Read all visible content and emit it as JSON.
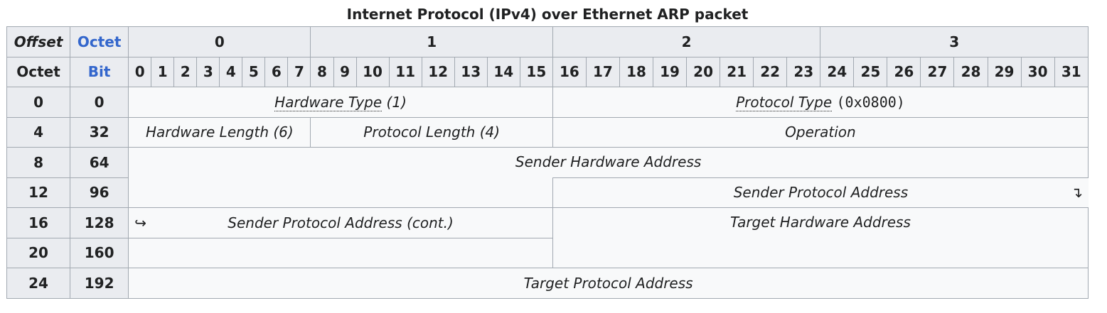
{
  "caption": "Internet Protocol (IPv4) over Ethernet ARP packet",
  "header": {
    "offset_label": "Offset",
    "octet_label": "Octet",
    "octet_row_label": "Octet",
    "bit_label": "Bit",
    "octets": [
      "0",
      "1",
      "2",
      "3"
    ],
    "bits": [
      "0",
      "1",
      "2",
      "3",
      "4",
      "5",
      "6",
      "7",
      "8",
      "9",
      "10",
      "11",
      "12",
      "13",
      "14",
      "15",
      "16",
      "17",
      "18",
      "19",
      "20",
      "21",
      "22",
      "23",
      "24",
      "25",
      "26",
      "27",
      "28",
      "29",
      "30",
      "31"
    ]
  },
  "rows": [
    {
      "octet": "0",
      "bit": "0"
    },
    {
      "octet": "4",
      "bit": "32"
    },
    {
      "octet": "8",
      "bit": "64"
    },
    {
      "octet": "12",
      "bit": "96"
    },
    {
      "octet": "16",
      "bit": "128"
    },
    {
      "octet": "20",
      "bit": "160"
    },
    {
      "octet": "24",
      "bit": "192"
    }
  ],
  "fields": {
    "hardware_type_name": "Hardware Type",
    "hardware_type_value": "(1)",
    "protocol_type_name": "Protocol Type",
    "protocol_type_value": "(0x0800)",
    "hardware_length": "Hardware Length (6)",
    "protocol_length": "Protocol Length (4)",
    "operation": "Operation",
    "sender_hardware_address": "Sender Hardware Address",
    "sender_protocol_address": "Sender Protocol Address",
    "sender_protocol_address_cont": "Sender Protocol Address (cont.)",
    "target_hardware_address": "Target Hardware Address",
    "target_protocol_address": "Target Protocol Address",
    "continue_arrow": "↴",
    "continued_arrow": "↪"
  }
}
